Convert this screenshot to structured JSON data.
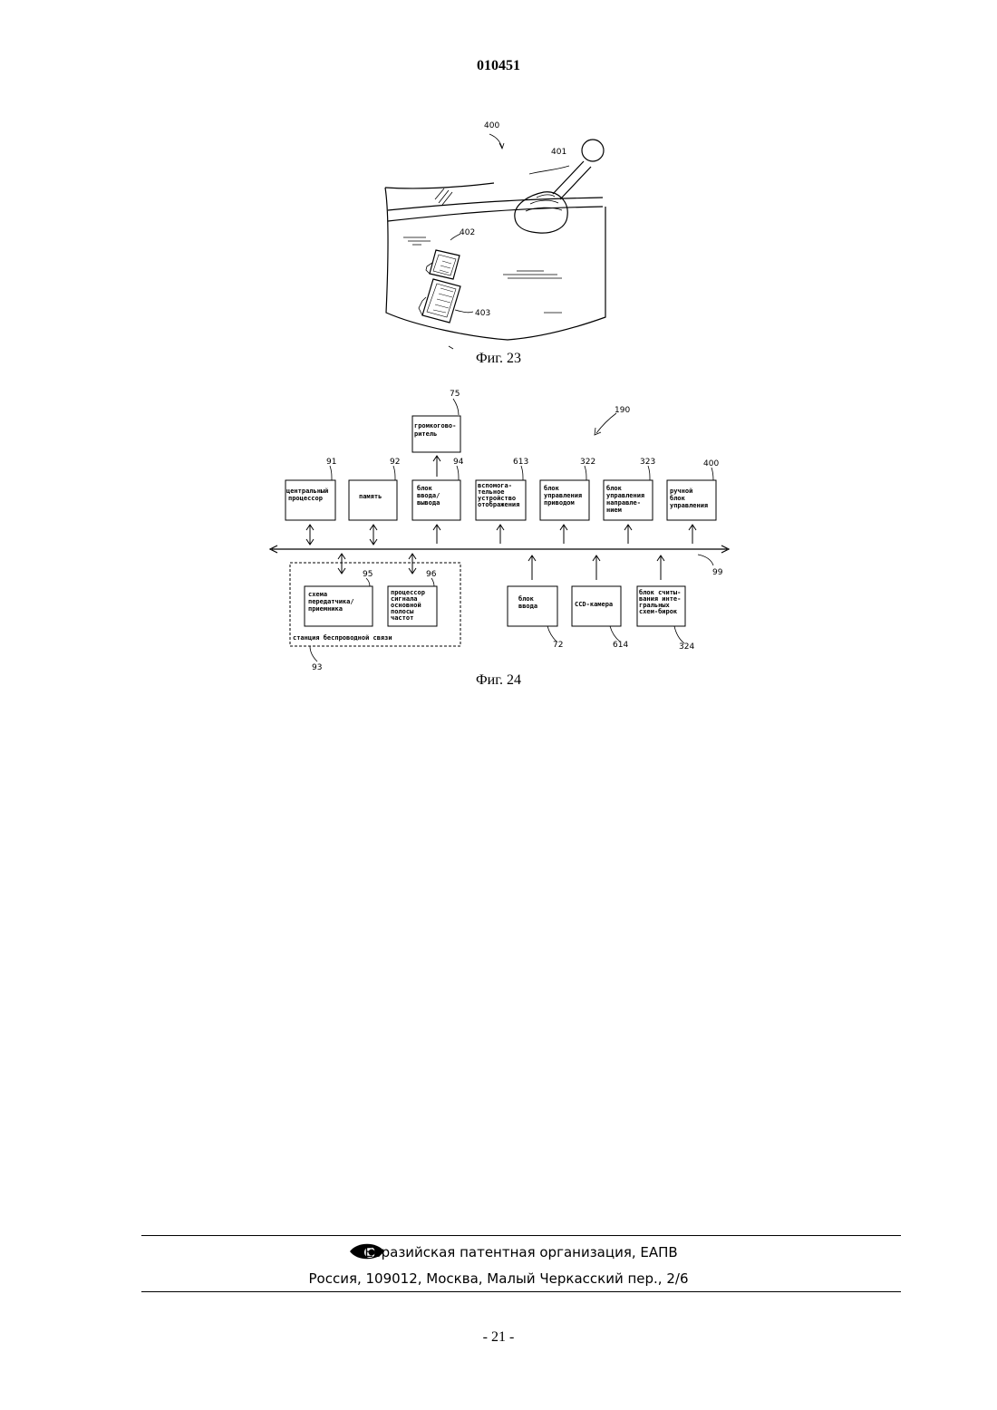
{
  "header": {
    "doc_number": "010451"
  },
  "fig23": {
    "caption": "Фиг. 23",
    "labels": {
      "l400": "400",
      "l401": "401",
      "l402": "402",
      "l403": "403"
    }
  },
  "fig24": {
    "caption": "Фиг. 24",
    "ref_labels": {
      "r75": "75",
      "r190": "190",
      "r91": "91",
      "r92": "92",
      "r94": "94",
      "r613": "613",
      "r322": "322",
      "r323": "323",
      "r400": "400",
      "r99": "99",
      "r95": "95",
      "r96": "96",
      "r93": "93",
      "r72": "72",
      "r614": "614",
      "r324": "324"
    },
    "boxes": {
      "speaker": [
        "громкогово-",
        "ритель"
      ],
      "cpu": [
        "центральный",
        "процессор"
      ],
      "memory": [
        "память"
      ],
      "io": [
        "блок",
        "ввода/",
        "вывода"
      ],
      "aux_display": [
        "вспомога-",
        "тельное",
        "устройство",
        "отображения"
      ],
      "drive": [
        "блок",
        "управления",
        "приводом"
      ],
      "direction": [
        "блок",
        "управления",
        "направле-",
        "нием"
      ],
      "manual": [
        "ручной",
        "блок",
        "управления"
      ],
      "transceiver": [
        "схема",
        "передатчика/",
        "приемника"
      ],
      "baseband": [
        "процессор",
        "сигнала",
        "основной",
        "полосы",
        "частот"
      ],
      "input": [
        "блок",
        "ввода"
      ],
      "ccd": [
        "CCD-камера"
      ],
      "reader": [
        "блок считы-",
        "вания инте-",
        "гральных",
        "схем-бирок"
      ]
    },
    "station_label": "станция беспроводной связи"
  },
  "footer": {
    "org": "Евразийская патентная организация, ЕАПВ",
    "address": "Россия, 109012, Москва, Малый Черкасский пер., 2/6",
    "page": "- 21 -"
  },
  "icons": {
    "logo": "eapo-eye-logo"
  }
}
